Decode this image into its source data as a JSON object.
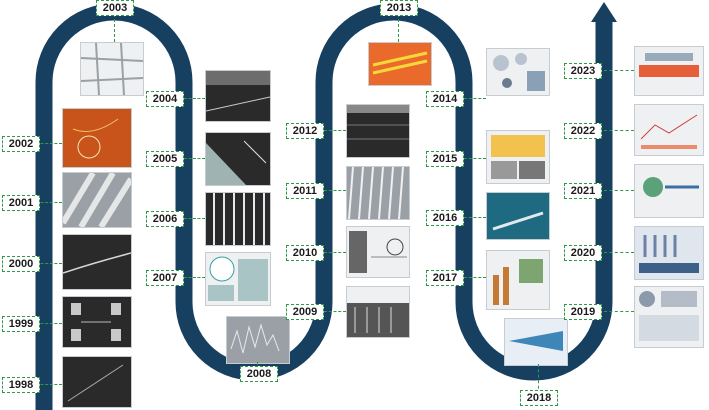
{
  "timeline": {
    "years": [
      {
        "label": "1998"
      },
      {
        "label": "1999"
      },
      {
        "label": "2000"
      },
      {
        "label": "2001"
      },
      {
        "label": "2002"
      },
      {
        "label": "2003"
      },
      {
        "label": "2004"
      },
      {
        "label": "2005"
      },
      {
        "label": "2006"
      },
      {
        "label": "2007"
      },
      {
        "label": "2008"
      },
      {
        "label": "2009"
      },
      {
        "label": "2010"
      },
      {
        "label": "2011"
      },
      {
        "label": "2012"
      },
      {
        "label": "2013"
      },
      {
        "label": "2014"
      },
      {
        "label": "2015"
      },
      {
        "label": "2016"
      },
      {
        "label": "2017"
      },
      {
        "label": "2018"
      },
      {
        "label": "2019"
      },
      {
        "label": "2020"
      },
      {
        "label": "2021"
      },
      {
        "label": "2022"
      },
      {
        "label": "2023"
      }
    ]
  },
  "colors": {
    "path": "#173f5f",
    "label_border": "#2e9a48"
  }
}
